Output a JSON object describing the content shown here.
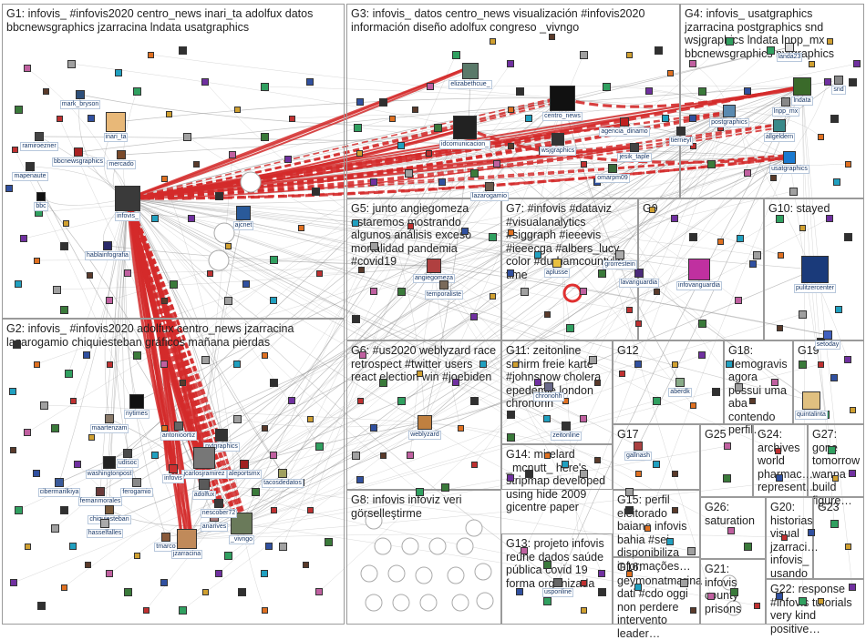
{
  "groups": [
    {
      "id": "g1",
      "title": "G1: infovis_ #infovis2020 centro_news inari_ta adolfux datos bbcnewsgraphics jzarracina lndata usatgraphics"
    },
    {
      "id": "g2",
      "title": "G2: infovis_ #infovis2020 adolfux centro_news jzarracina lazarogamio chiquiesteban gráficos mañana pierdas"
    },
    {
      "id": "g3",
      "title": "G3: infovis_ datos centro_news visualización #infovis2020 información diseño adolfux congreso _vivngo"
    },
    {
      "id": "g4",
      "title": "G4: infovis_ usatgraphics jzarracina postgraphics snd wsjgraphics lndata lnpp_mx bbcnewsgraphics nytgraphics"
    },
    {
      "id": "g5",
      "title": "G5: junto angiegomeza estaremos mostrando algunos análisis exceso mortalidad pandemia #covid19"
    },
    {
      "id": "g6",
      "title": "G6: #us2020 weblyzard race retrospect #twitter users react election win #joebiden"
    },
    {
      "id": "g7",
      "title": "G7: #infovis #dataviz #visualanalytics #siggraph #ieeevis #ieeecga #albers_lucy color #durhamcountylib time"
    },
    {
      "id": "g8",
      "title": "G8: infovis infoviz veri görselleştirme"
    },
    {
      "id": "g9",
      "title": "G9"
    },
    {
      "id": "g10",
      "title": "G10: stayed"
    },
    {
      "id": "g11",
      "title": "G11: zeitonline schirm freie karte #johnsnow cholera epedemie london chronohh"
    },
    {
      "id": "g12",
      "title": "G12"
    },
    {
      "id": "g13",
      "title": "G13: projeto infovis reúne dados saúde pública covid 19 forma organizada"
    },
    {
      "id": "g14",
      "title": "G14: mirelard _mcnutt_ here's stripmap developed using hide 2009 gicentre paper"
    },
    {
      "id": "g15",
      "title": "G15: perfil eleitorado baiano infovis bahia #sei disponibiliza informações…"
    },
    {
      "id": "g16",
      "title": "G16: geymonatmarina dati #cdo oggi non perdere intervento leader…"
    },
    {
      "id": "g17",
      "title": "G17"
    },
    {
      "id": "g18",
      "title": "G18: demogravis agora possui uma aba contendo perfil…"
    },
    {
      "id": "g19",
      "title": "G19"
    },
    {
      "id": "g20",
      "title": "G20: historias visual jzarraci… infovis_ usando"
    },
    {
      "id": "g21",
      "title": "G21: infovis county prisons"
    },
    {
      "id": "g22",
      "title": "G22: response #infovis tutorials very kind positive…"
    },
    {
      "id": "g23",
      "title": "G23"
    },
    {
      "id": "g24",
      "title": "G24: archives world pharmac… represent…"
    },
    {
      "id": "g25",
      "title": "G25"
    },
    {
      "id": "g26",
      "title": "G26: saturation"
    },
    {
      "id": "g27",
      "title": "G27: gone tomorrow wanna build figure…"
    }
  ],
  "vertex_labels": {
    "infovis_": "infovis_",
    "inari_ta": "inari_ta",
    "mark_bryson": "mark_bryson",
    "ramiroezner": "ramiroezner",
    "bbcnewsgraphics": "bbcnewsgraphics",
    "mercado": "mercado",
    "mapenaute": "mapenaute",
    "bbc": "bbc",
    "ajcnet": "ajcnet",
    "hablainfografia": "hablainfografia",
    "elizabethcue": "elizabethcue_",
    "centro_news": "centro_news",
    "idcomunicacion": "idcomunicacion_",
    "wsjgraphics": "wsjgraphics",
    "agencia_dinamo": "agencia_dinamo",
    "jesik_taple": "jesik_taple",
    "omarpm09": "omarpm09",
    "lazarogamio": "lazarogamio",
    "tierneyl": "tierneyl",
    "postgraphics": "postgraphics",
    "lndata": "lndata",
    "lnpp_mx": "lnpp_mx",
    "usatgraphics": "usatgraphics",
    "allgeldern": "allgeldern",
    "landa23": "landa23",
    "angiegomeza": "angiegomeza",
    "temporaliste": "temporaliste",
    "aplusse": "aplusse",
    "lavanguardia": "lavanguardia",
    "infovanguardia": "infovanguardia",
    "pulitzercenter": "pulitzercenter",
    "setoday": "setoday",
    "chronohh": "chronohh",
    "zeitonline": "zeitonline",
    "aberdk": "aberdk",
    "quintalinta": "quintalinta",
    "weblyzard": "weblyzard",
    "gallnash": "gallnash",
    "nytimes": "nytimes",
    "maartenzam": "maartenzam",
    "antonioortiz": "antonioortiz",
    "nytgraphics": "nytgraphics",
    "jcarlosjramirez": "jcarlosjramirez",
    "aleportsmx": "aleportsmx",
    "tacosdedatos": "tacosdedatos",
    "washingtonpost": "washingtonpost",
    "cibermarilkiya": "cibermarilkiya",
    "fernanmorales": "fernanmorales",
    "ferogamio": "ferogamio",
    "chiquiesteban": "chiquiesteban",
    "hasselfalles": "hasselfalles",
    "tmarco": "tmarco",
    "adolfux": "adolfux",
    "jzarracina": "jzarracina",
    "vivngo": "_vivngo",
    "anarives": "anarives",
    "nescober72": "nescober72",
    "udisoc": "udisoc",
    "usponline": "usponline",
    "grorrestein": "grorrestein",
    "infovis_g2": "infovis",
    "snd": "snd"
  },
  "legend": {
    "edge_color_strong": "#d42a2a",
    "edge_color_normal": "#8c8c8c",
    "panel_border": "#9a9a9a",
    "label_border": "#b8c8dc"
  }
}
